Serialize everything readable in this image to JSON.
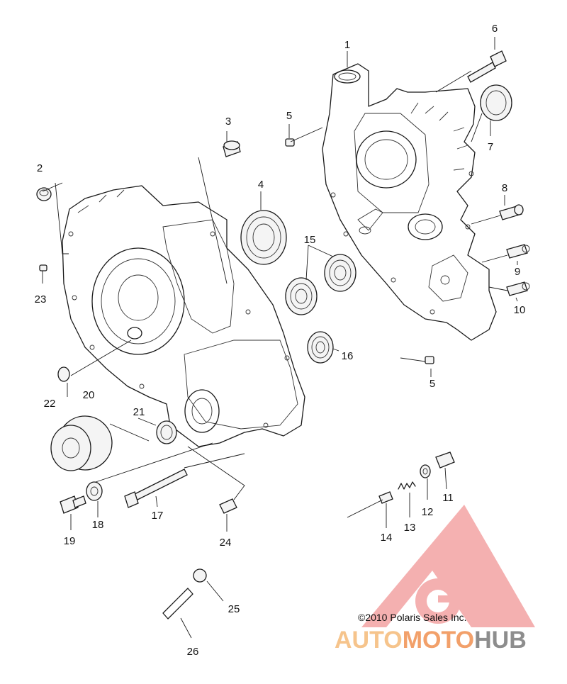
{
  "callouts": [
    {
      "id": "1",
      "text": "1"
    },
    {
      "id": "2",
      "text": "2"
    },
    {
      "id": "3",
      "text": "3"
    },
    {
      "id": "4",
      "text": "4"
    },
    {
      "id": "5a",
      "text": "5"
    },
    {
      "id": "5b",
      "text": "5"
    },
    {
      "id": "6",
      "text": "6"
    },
    {
      "id": "7",
      "text": "7"
    },
    {
      "id": "8",
      "text": "8"
    },
    {
      "id": "9",
      "text": "9"
    },
    {
      "id": "10",
      "text": "10"
    },
    {
      "id": "11",
      "text": "11"
    },
    {
      "id": "12",
      "text": "12"
    },
    {
      "id": "13",
      "text": "13"
    },
    {
      "id": "14",
      "text": "14"
    },
    {
      "id": "15",
      "text": "15"
    },
    {
      "id": "16",
      "text": "16"
    },
    {
      "id": "17",
      "text": "17"
    },
    {
      "id": "18",
      "text": "18"
    },
    {
      "id": "19",
      "text": "19"
    },
    {
      "id": "20",
      "text": "20"
    },
    {
      "id": "21",
      "text": "21"
    },
    {
      "id": "22",
      "text": "22"
    },
    {
      "id": "23",
      "text": "23"
    },
    {
      "id": "24",
      "text": "24"
    },
    {
      "id": "25",
      "text": "25"
    },
    {
      "id": "26",
      "text": "26"
    }
  ],
  "copyright": "©2010  Polaris Sales Inc.",
  "watermark": {
    "part1": "AUTO",
    "part2": "MOTO",
    "part3": "HUB",
    "logo_color": "#f08080"
  },
  "colors": {
    "line": "#1a1a1a",
    "background": "#ffffff"
  }
}
